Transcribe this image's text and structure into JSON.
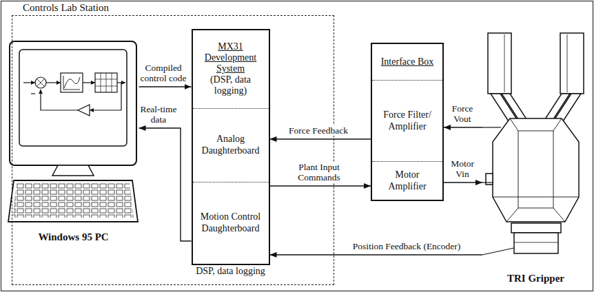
{
  "diagram": {
    "nodes": [
      {
        "text": [
          "Controls Lab Station"
        ]
      },
      {
        "text": [
          "Windows 95 PC"
        ],
        "in": 0
      },
      {
        "text": [
          "MX31 Development System",
          "(DSP, data logging)",
          "Analog Daughterboard",
          "Motion Control Daughterboard",
          "DSP, data logging"
        ],
        "in": 0
      },
      {
        "text": [
          "Interface Box",
          "Force Filter/ Amplifier",
          "Motor Amplifier"
        ]
      },
      {
        "text": [
          "TRI Gripper"
        ]
      }
    ],
    "edges": [
      {
        "from": 1,
        "to": 2,
        "label": "Compiled control code",
        "arrow": "to"
      },
      {
        "from": 2,
        "to": 1,
        "label": "Real-time data",
        "arrow": "to"
      },
      {
        "from": 3,
        "to": 2,
        "label": "Force Feedback",
        "arrow": "to"
      },
      {
        "from": 2,
        "to": 3,
        "label": "Plant Input Commands",
        "arrow": "to"
      },
      {
        "from": 4,
        "to": 3,
        "label": "Force Vout",
        "arrow": "to"
      },
      {
        "from": 3,
        "to": 4,
        "label": "Motor Vin",
        "arrow": "to"
      },
      {
        "from": 4,
        "to": 2,
        "label": "Position Feedback (Encoder)",
        "arrow": "to"
      }
    ]
  }
}
